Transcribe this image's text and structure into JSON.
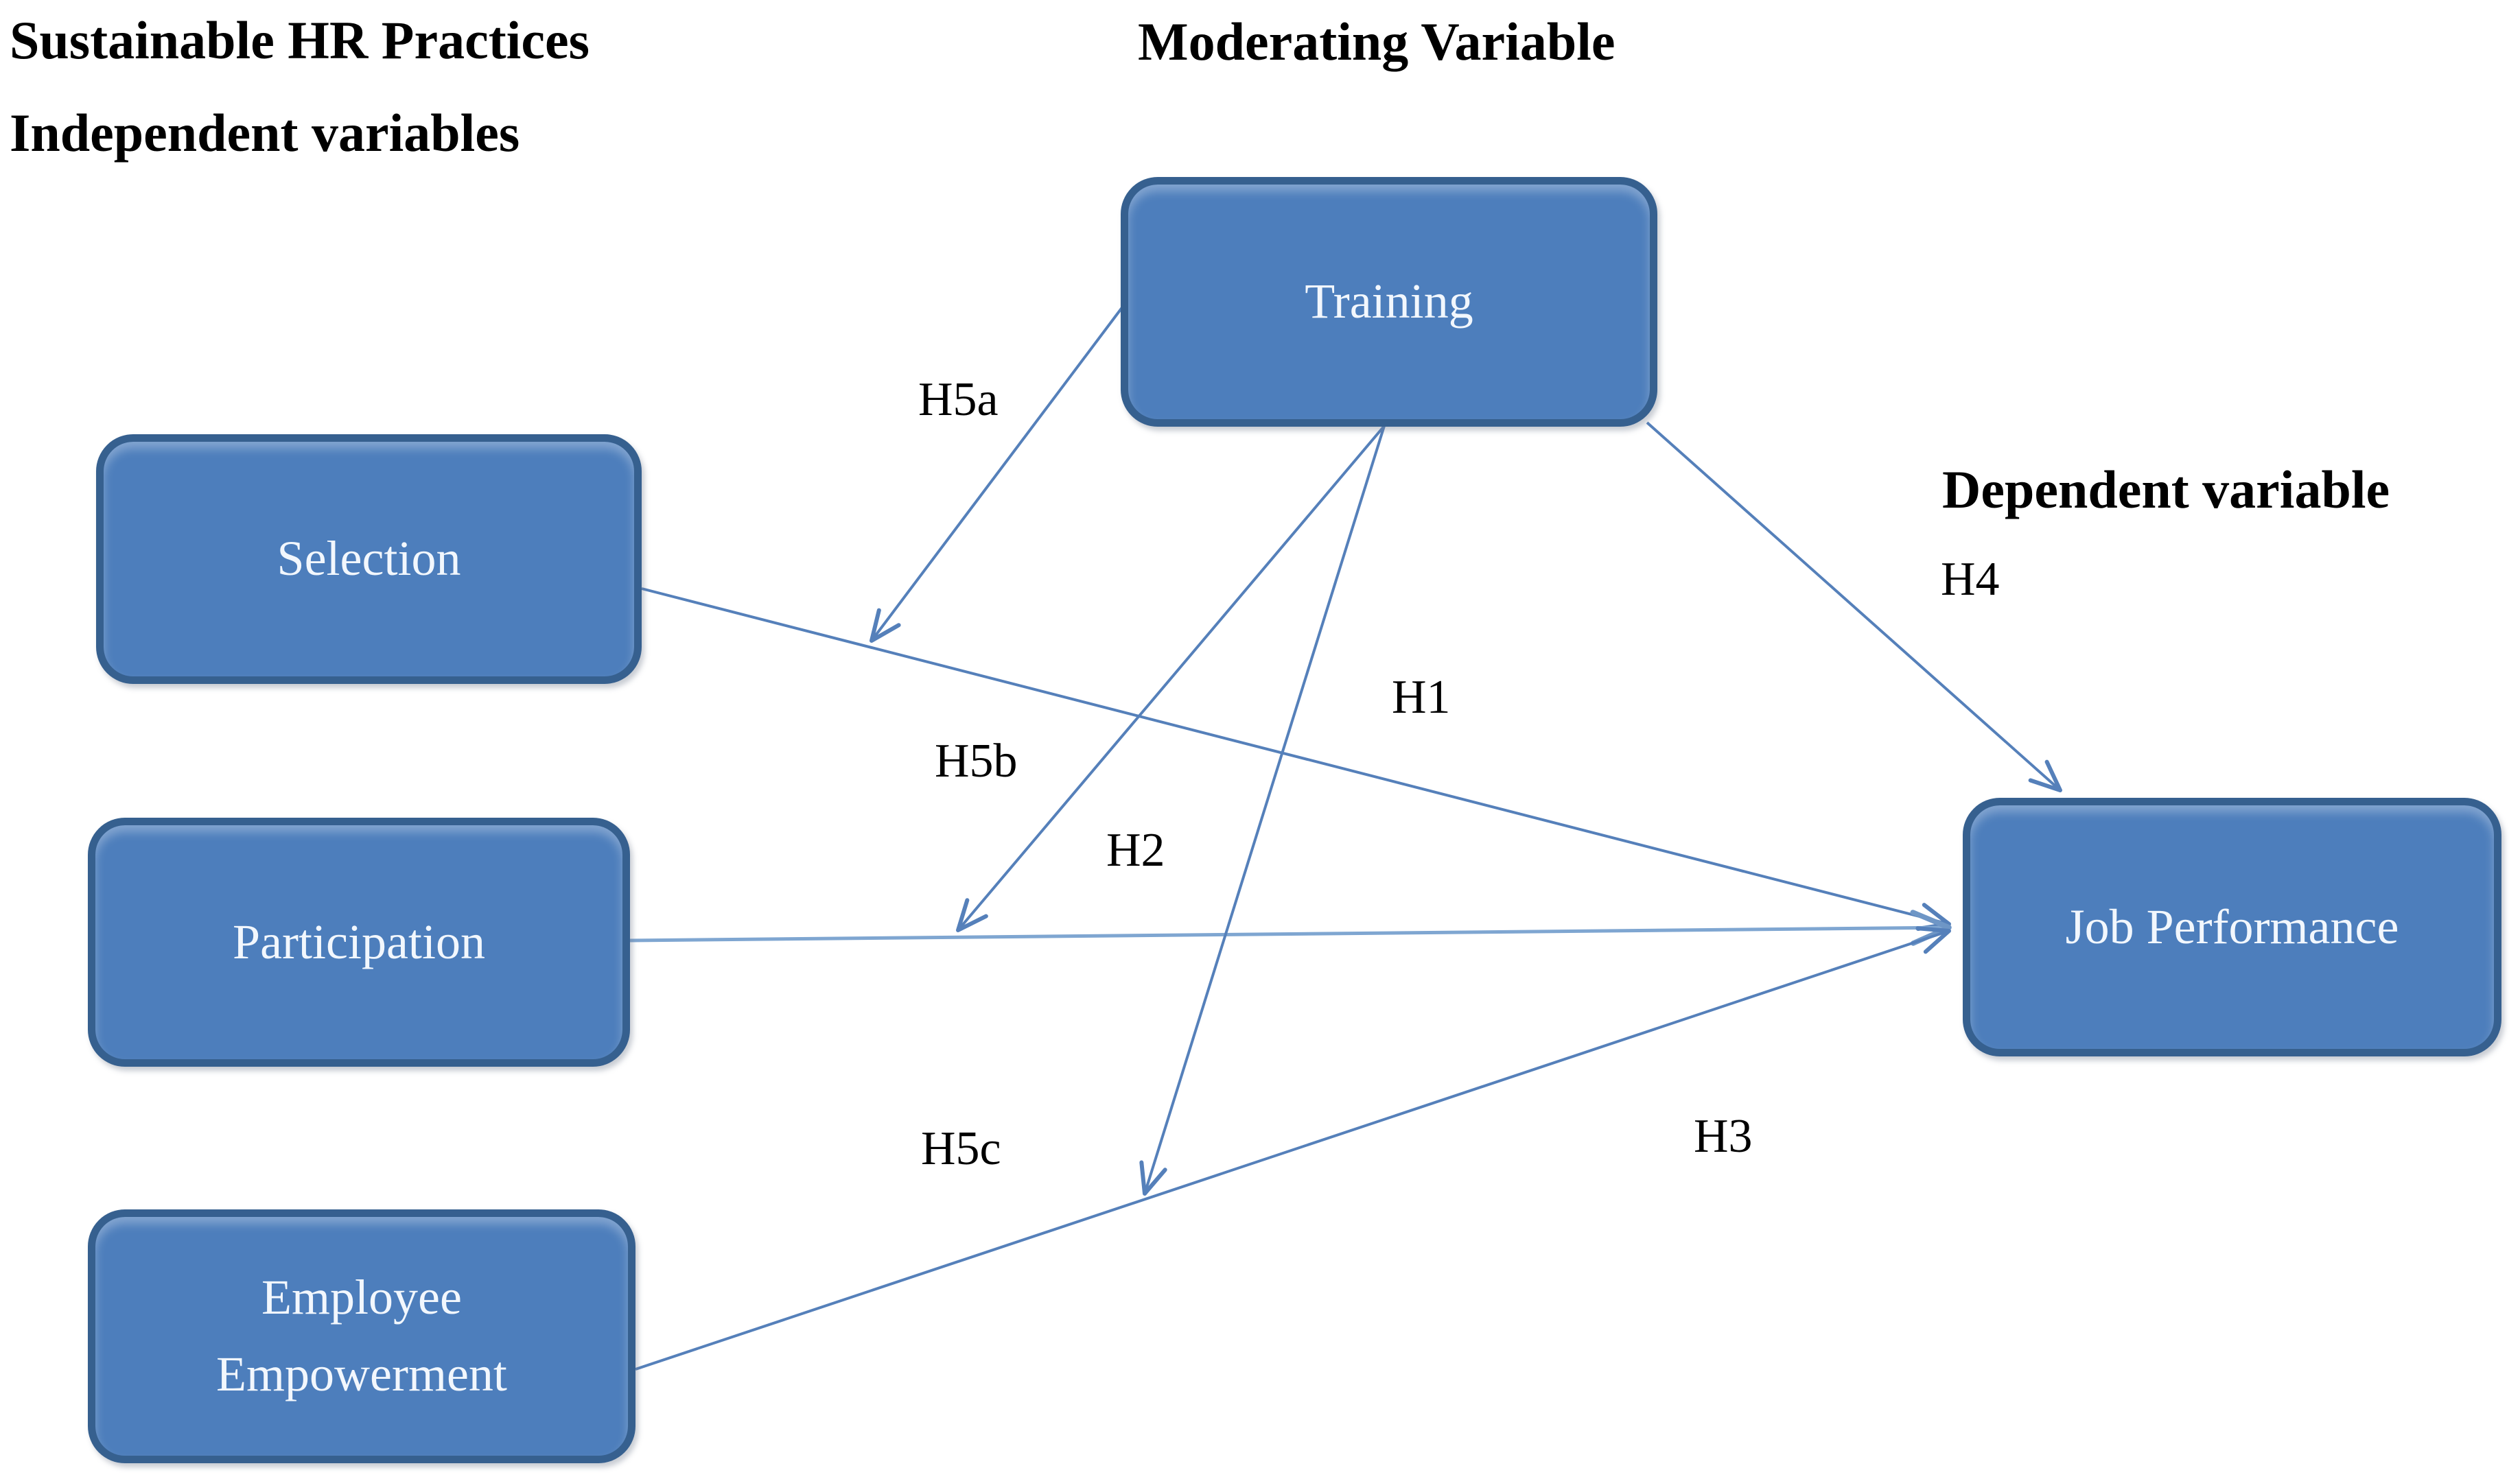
{
  "headings": {
    "independent_line1": "Sustainable HR Practices",
    "independent_line2": "Independent variables",
    "moderating": "Moderating Variable",
    "dependent": "Dependent variable"
  },
  "nodes": {
    "training": "Training",
    "selection": "Selection",
    "participation": "Participation",
    "empowerment": "Employee Empowerment",
    "job_performance": "Job Performance"
  },
  "hypotheses": {
    "h1": "H1",
    "h2": "H2",
    "h3": "H3",
    "h4": "H4",
    "h5a": "H5a",
    "h5b": "H5b",
    "h5c": "H5c"
  },
  "relations": [
    {
      "label": "H1",
      "from": "Selection",
      "to": "Job Performance"
    },
    {
      "label": "H2",
      "from": "Participation",
      "to": "Job Performance"
    },
    {
      "label": "H3",
      "from": "Employee Empowerment",
      "to": "Job Performance"
    },
    {
      "label": "H4",
      "from": "Training",
      "to": "Job Performance"
    },
    {
      "label": "H5a",
      "from": "Training",
      "to": "Selection → Job Performance path"
    },
    {
      "label": "H5b",
      "from": "Training",
      "to": "Participation → Job Performance path"
    },
    {
      "label": "H5c",
      "from": "Training",
      "to": "Employee Empowerment → Job Performance path"
    }
  ],
  "colors": {
    "box_fill": "#4D7EBC",
    "box_border": "#36608F",
    "arrow": "#5580BA",
    "arrow_light": "#7FA6D1",
    "box_text": "#F2F7FD",
    "heading_text": "#000000"
  }
}
